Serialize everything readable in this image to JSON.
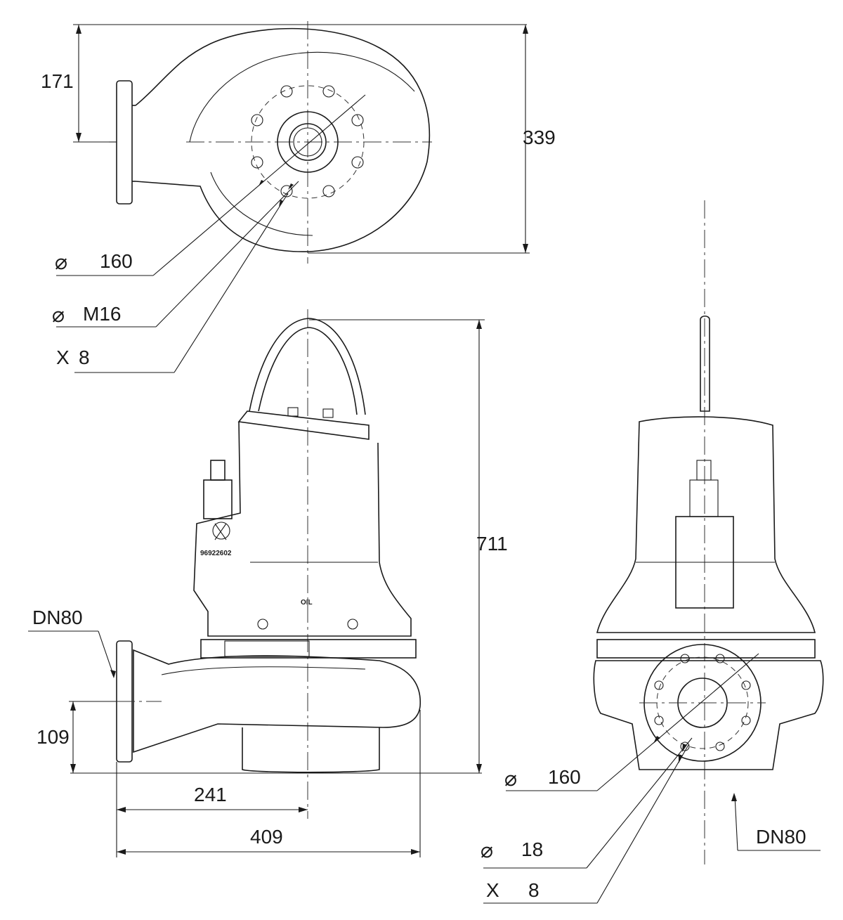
{
  "dimensions": {
    "top_half_height": "171",
    "top_total_height": "339",
    "overall_height": "711",
    "outlet_height": "109",
    "outlet_to_center": "241",
    "overall_length": "409"
  },
  "callouts": {
    "top_bolt_circle": {
      "symbol": "⌀",
      "value": "160"
    },
    "top_thread": {
      "symbol": "⌀",
      "value": "M16"
    },
    "top_hole_count": {
      "prefix": "X",
      "value": "8"
    },
    "right_bolt_circle": {
      "symbol": "⌀",
      "value": "160"
    },
    "right_hole_dia": {
      "symbol": "⌀",
      "value": "18"
    },
    "right_hole_count": {
      "prefix": "X",
      "value": "8"
    }
  },
  "labels": {
    "outlet_left": "DN80",
    "outlet_right": "DN80",
    "oil_marking": "OIL",
    "part_number": "96922602"
  }
}
